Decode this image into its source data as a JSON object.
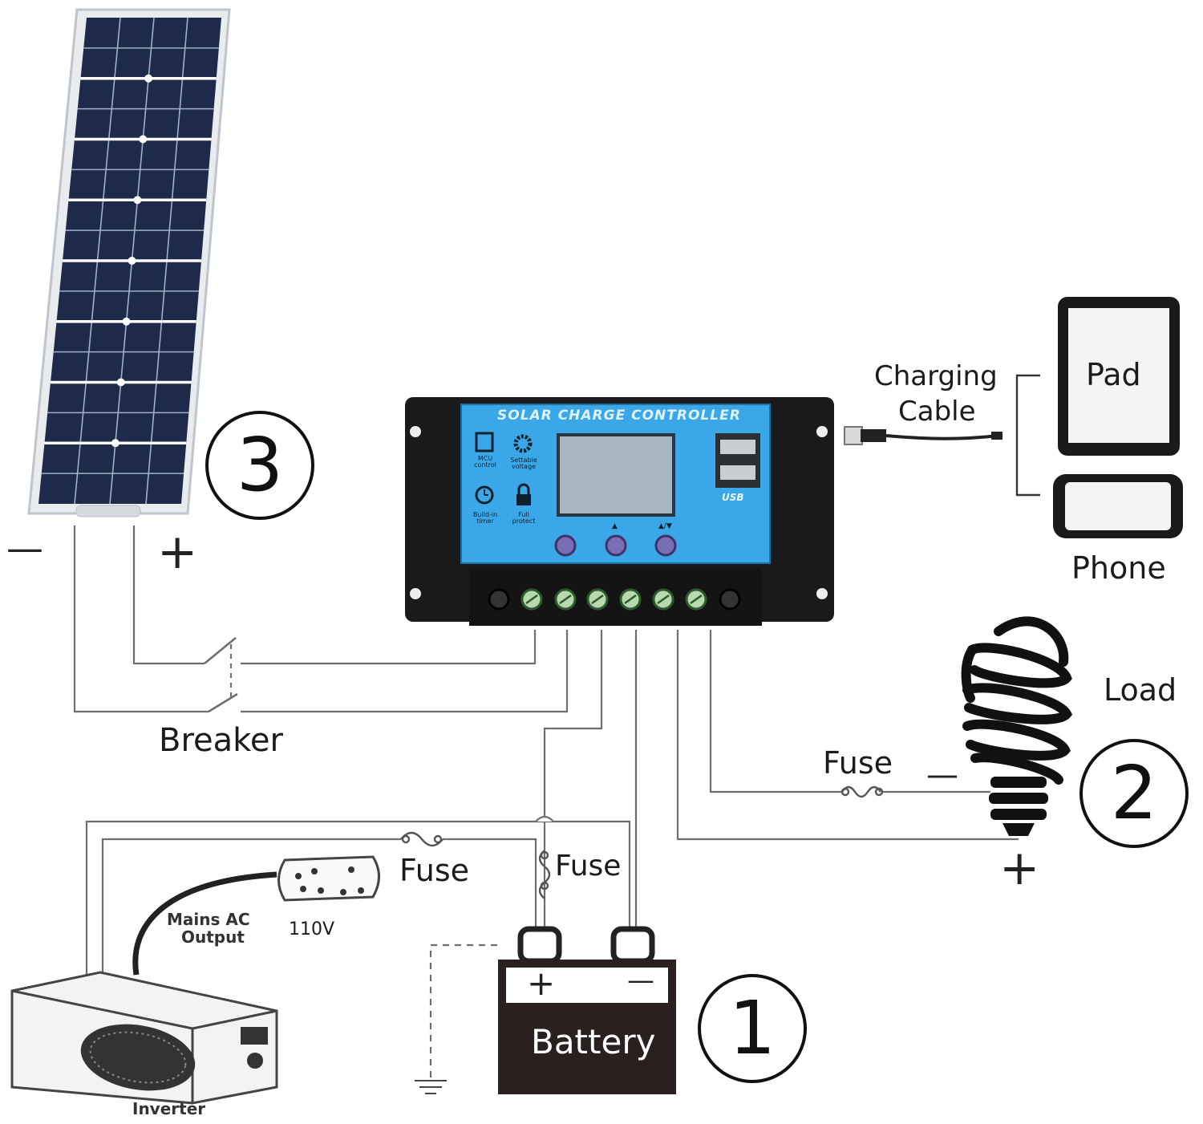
{
  "controller": {
    "title": "SOLAR CHARGE CONTROLLER",
    "icons": [
      {
        "name": "chip-icon",
        "label": "MCU control"
      },
      {
        "name": "gear-icon",
        "label": "Settable voltage"
      },
      {
        "name": "clock-icon",
        "label": "Build-in timer"
      },
      {
        "name": "lock-icon",
        "label": "Full protect"
      }
    ],
    "buttons": [
      "",
      "▲",
      "▲/▼"
    ],
    "usb_label": "USB"
  },
  "labels": {
    "charging_cable_line1": "Charging",
    "charging_cable_line2": "Cable",
    "pad": "Pad",
    "phone": "Phone",
    "load": "Load",
    "breaker": "Breaker",
    "fuse_load": "Fuse",
    "fuse_inverter": "Fuse",
    "fuse_battery": "Fuse",
    "battery": "Battery",
    "mains_ac_line1": "Mains AC",
    "mains_ac_line2": "Output",
    "voltage": "110V",
    "inverter": "Inverter"
  },
  "markers": {
    "battery_marker": "1",
    "load_marker": "2",
    "panel_marker": "3"
  },
  "signs": {
    "panel_minus": "—",
    "panel_plus": "+",
    "load_minus": "—",
    "load_plus": "+",
    "battery_plus": "+",
    "battery_minus": "—"
  },
  "colors": {
    "panel_cell": "#1d2a4a",
    "controller_body": "#1a1a1a",
    "controller_face": "#3aa8e8",
    "wire": "#6e6e6e",
    "battery_body": "#2a2020"
  }
}
